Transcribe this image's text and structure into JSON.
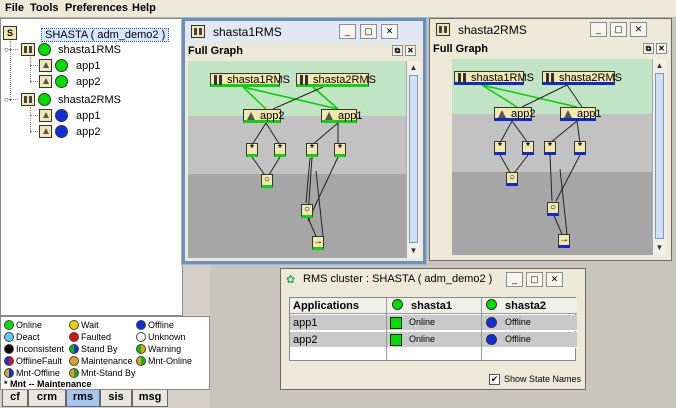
{
  "menu": [
    "File",
    "Tools",
    "Preferences",
    "Help"
  ],
  "tree": {
    "root": "SHASTA ( adm_demo2 )",
    "nodes": [
      {
        "name": "shasta1RMS",
        "apps": [
          "app1",
          "app2"
        ]
      },
      {
        "name": "shasta2RMS",
        "apps": [
          "app1",
          "app2"
        ]
      }
    ]
  },
  "legend": {
    "items": [
      {
        "label": "Online",
        "color": "#00e000"
      },
      {
        "label": "Wait",
        "color": "#f0d000"
      },
      {
        "label": "Offline",
        "color": "#1030e0"
      },
      {
        "label": "Deact",
        "color": "#60c8ff"
      },
      {
        "label": "Faulted",
        "color": "#e01010"
      },
      {
        "label": "Unknown",
        "color": "#ffffff"
      },
      {
        "label": "Inconsistent",
        "color": "#000000"
      },
      {
        "label": "Stand By",
        "color": "#20a020"
      },
      {
        "label": "Warning",
        "color": "#f0a000"
      },
      {
        "label": "OfflineFault",
        "color": "#a020a0"
      },
      {
        "label": "Maintenance",
        "color": "#e0a020"
      },
      {
        "label": "Mnt-Online",
        "color": "#40c040"
      },
      {
        "label": "Mnt-Offline",
        "color": "#4050c0"
      },
      {
        "label": "Mnt-Stand By",
        "color": "#50a050"
      }
    ],
    "note": "* Mnt -- Maintenance"
  },
  "tabs": [
    "cf",
    "crm",
    "rms",
    "sis",
    "msg"
  ],
  "active_tab": "rms",
  "win1": {
    "title": "shasta1RMS",
    "subheader": "Full Graph",
    "nodes": {
      "sys1": "shasta1RMS",
      "sys2": "shasta2RMS",
      "app2": "app2",
      "app1": "app1"
    }
  },
  "win2": {
    "title": "shasta2RMS",
    "subheader": "Full Graph",
    "nodes": {
      "sys1": "shasta1RMS",
      "sys2": "shasta2RMS",
      "app2": "app2",
      "app1": "app1"
    }
  },
  "cluster": {
    "title": "RMS cluster : SHASTA ( adm_demo2 )",
    "columns": [
      "Applications",
      "shasta1",
      "shasta2"
    ],
    "rows": [
      {
        "app": "app1",
        "s1": "Online",
        "s2": "Offline"
      },
      {
        "app": "app2",
        "s1": "Online",
        "s2": "Offline"
      }
    ],
    "checkbox_label": "Show State Names",
    "checkbox_checked": true
  },
  "colors": {
    "online": "#00e000",
    "offline": "#1030e0",
    "active_frame": "#6d8fb8"
  }
}
